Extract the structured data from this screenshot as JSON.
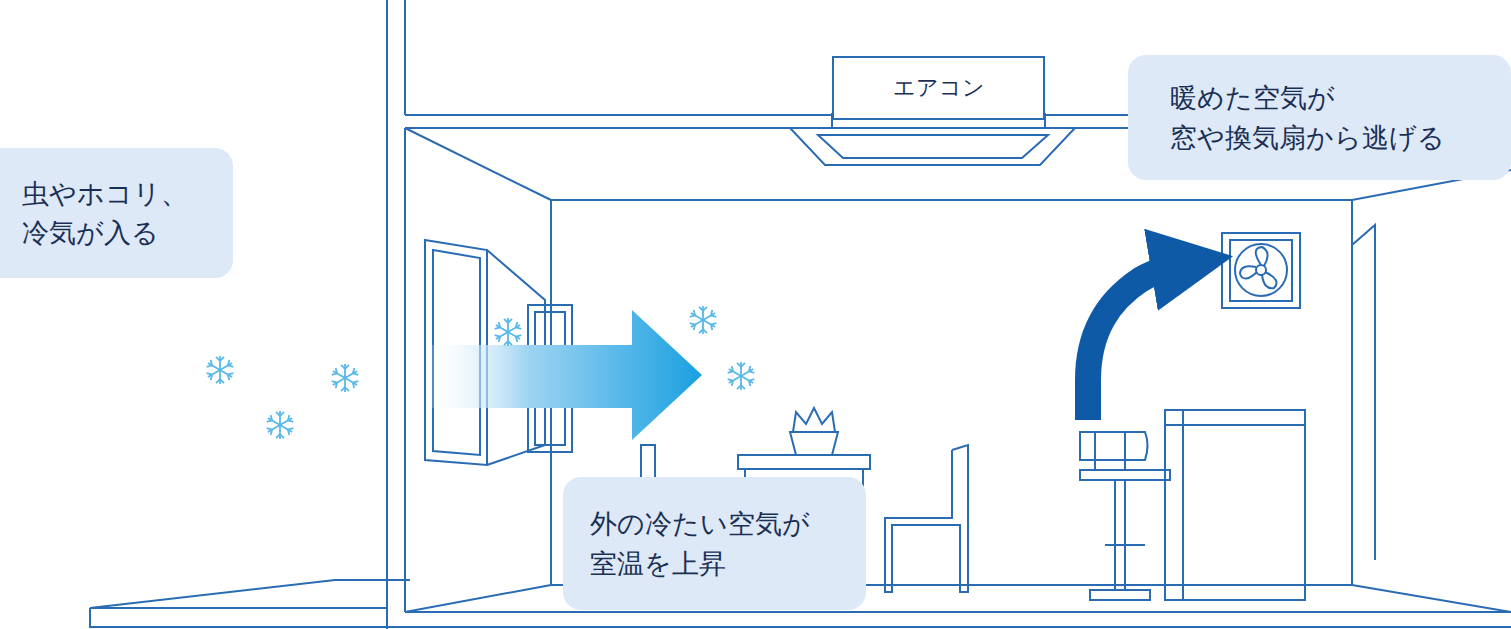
{
  "diagram": {
    "nodes": [
      {
        "text": [
          "エアコン"
        ]
      },
      {
        "text": [
          "暖めた空気が 窓や換気扇から逃げる"
        ]
      },
      {
        "text": [
          "虫やホコリ、 冷気が入る"
        ]
      },
      {
        "text": [
          "外の冷たい空気が 室温を上昇"
        ]
      }
    ]
  }
}
